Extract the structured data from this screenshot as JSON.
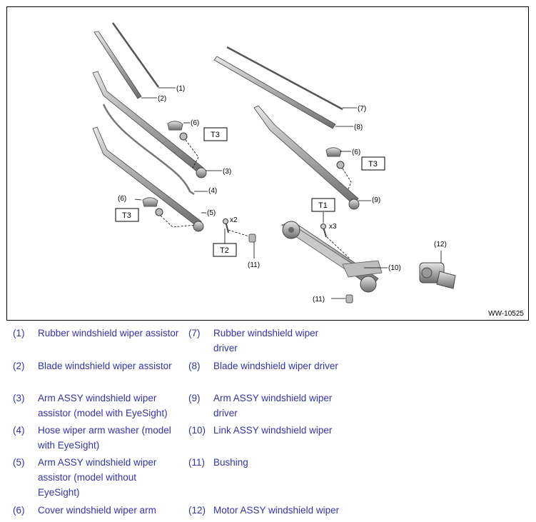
{
  "figure": {
    "id": "WW-10525",
    "callouts": [
      "(1)",
      "(2)",
      "(3)",
      "(4)",
      "(5)",
      "(6)",
      "(7)",
      "(8)",
      "(9)",
      "(10)",
      "(11)",
      "(12)"
    ],
    "torque_labels": {
      "t1": "T1",
      "t2": "T2",
      "t3": "T3"
    },
    "multipliers": {
      "x2": "x2",
      "x3": "x3"
    }
  },
  "legend": [
    {
      "num": "(1)",
      "text": "Rubber windshield wiper assistor"
    },
    {
      "num": "(2)",
      "text": "Blade windshield wiper assistor"
    },
    {
      "num": "(3)",
      "text": "Arm ASSY windshield wiper assistor (model with EyeSight)"
    },
    {
      "num": "(4)",
      "text": "Hose wiper arm washer (model with EyeSight)"
    },
    {
      "num": "(5)",
      "text": "Arm ASSY windshield wiper assistor (model without EyeSight)"
    },
    {
      "num": "(6)",
      "text": "Cover windshield wiper arm"
    },
    {
      "num": "(7)",
      "text": "Rubber windshield wiper driver"
    },
    {
      "num": "(8)",
      "text": "Blade windshield wiper driver"
    },
    {
      "num": "(9)",
      "text": "Arm ASSY windshield wiper driver"
    },
    {
      "num": "(10)",
      "text": "Link ASSY windshield wiper"
    },
    {
      "num": "(11)",
      "text": "Bushing"
    },
    {
      "num": "(12)",
      "text": "Motor ASSY windshield wiper"
    }
  ]
}
